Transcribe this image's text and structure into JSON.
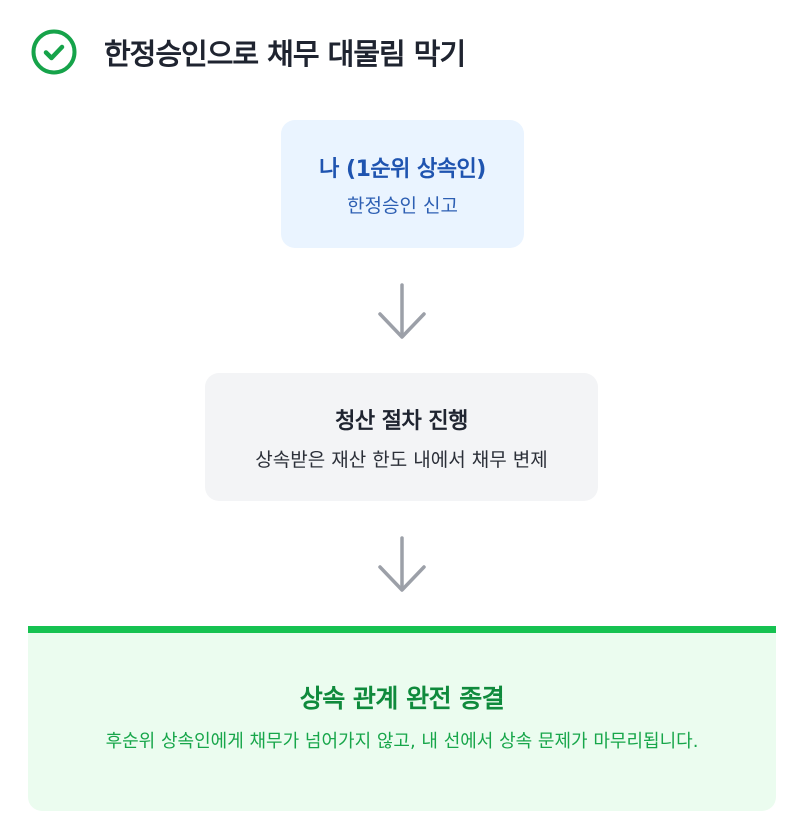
{
  "header": {
    "icon": "check-circle-icon",
    "title": "한정승인으로 채무 대물림 막기",
    "accent_color": "#16a34a"
  },
  "steps": [
    {
      "title": "나 (1순위 상속인)",
      "subtitle": "한정승인 신고",
      "background": "#eaf4ff",
      "text_color": "#1f54b0"
    },
    {
      "title": "청산 절차 진행",
      "subtitle": "상속받은 재산 한도 내에서 채무 변제",
      "background": "#f3f4f6",
      "text_color": "#1f2430"
    }
  ],
  "connectors": [
    {
      "icon": "arrow-down-icon"
    },
    {
      "icon": "arrow-down-icon"
    }
  ],
  "result": {
    "title": "상속 관계 완전 종결",
    "description": "후순위 상속인에게 채무가 넘어가지 않고, 내 선에서 상속 문제가 마무리됩니다.",
    "background": "#ebfcef",
    "border_color": "#16c251",
    "text_color": "#0f8a3c"
  }
}
